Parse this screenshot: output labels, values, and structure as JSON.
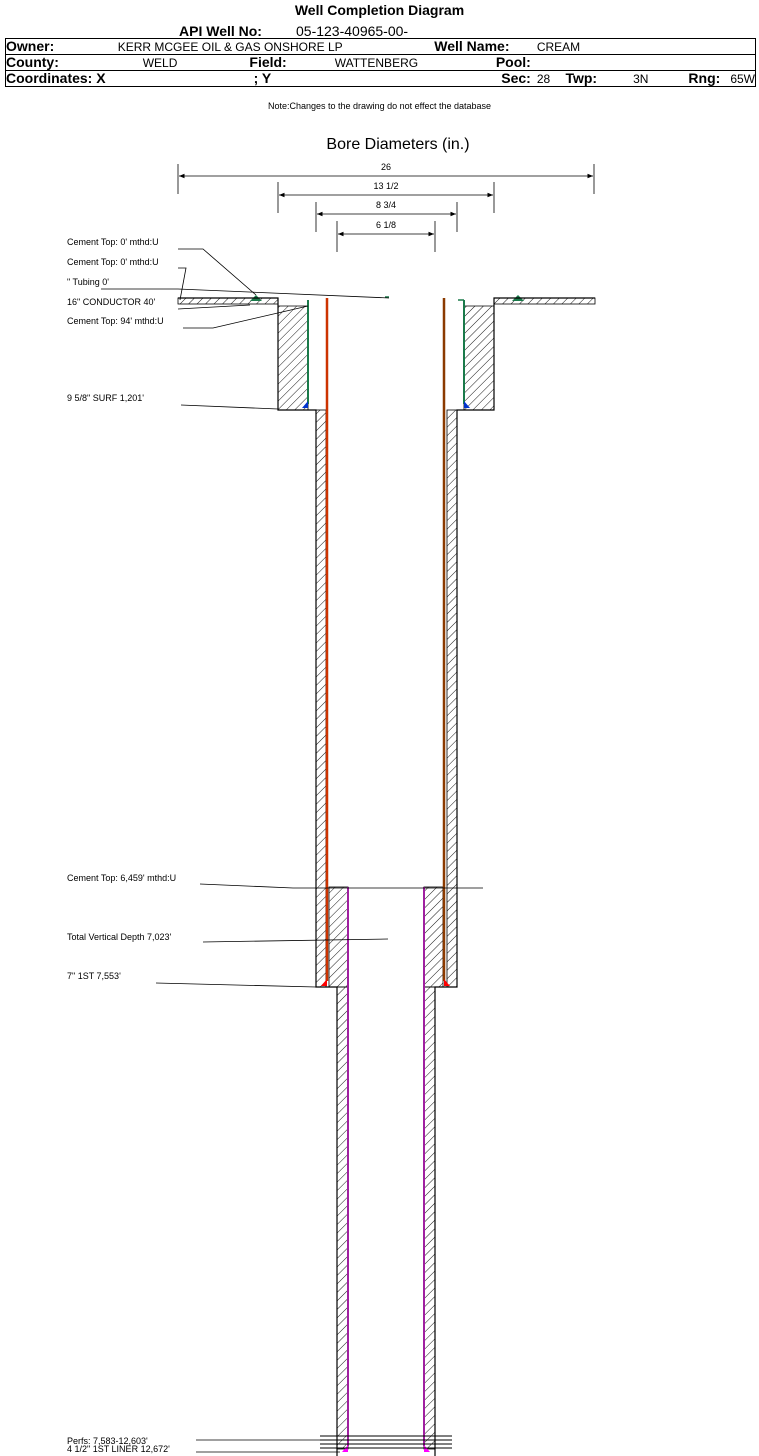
{
  "title": "Well Completion Diagram",
  "api": {
    "label": "API Well No:",
    "value": "05-123-40965-00-"
  },
  "owner": {
    "label": "Owner:",
    "value": "KERR MCGEE OIL & GAS ONSHORE LP"
  },
  "well_name": {
    "label": "Well Name:",
    "value": "CREAM"
  },
  "county": {
    "label": "County:",
    "value": "WELD"
  },
  "field": {
    "label": "Field:",
    "value": "WATTENBERG"
  },
  "pool": {
    "label": "Pool:",
    "value": ""
  },
  "coordinates": {
    "label": "Coordinates: X",
    "y_label": "; Y"
  },
  "sec": {
    "label": "Sec:",
    "value": "28"
  },
  "twp": {
    "label": "Twp:",
    "value": "3N"
  },
  "rng": {
    "label": "Rng:",
    "value": "65W"
  },
  "note": "Note:Changes to the drawing do not effect the database",
  "diagram": {
    "bore_title": "Bore Diameters (in.)",
    "bore_diameters": [
      "26",
      "13 1/2",
      "8 3/4",
      "6 1/8"
    ],
    "callouts": [
      "Cement Top: 0' mthd:U",
      "Cement Top: 0' mthd:U",
      "\" Tubing 0'",
      "16\" CONDUCTOR  40'",
      "Cement Top: 94' mthd:U",
      "9 5/8\" SURF       1,201'",
      "Cement Top: 6,459' mthd:U",
      "Total Vertical Depth 7,023'",
      "7\" 1ST       7,553'",
      "Perfs: 7,583-12,603'",
      "4 1/2\" 1ST LINER  12,672'"
    ],
    "colors": {
      "surface_casing": "#1a7a4a",
      "intermediate_casing": "#cc3300",
      "liner": "#a020a0",
      "tubing": "#8b3a00",
      "shoe_surface": "#0033cc",
      "shoe_intermediate": "#ff0000",
      "shoe_liner": "#ff00ff"
    }
  }
}
